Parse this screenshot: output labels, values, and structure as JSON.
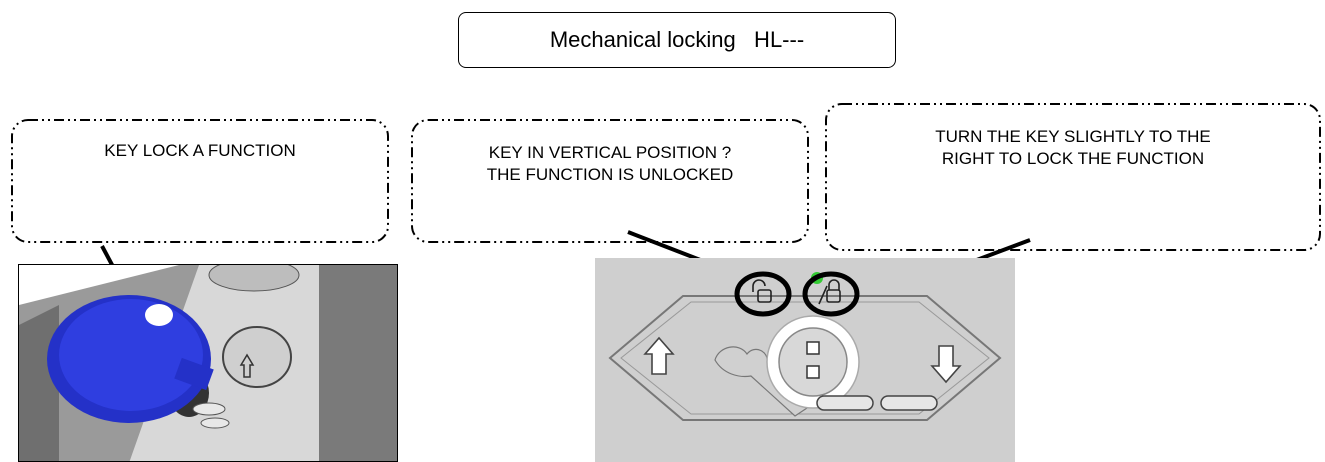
{
  "title": "Mechanical locking   HL---",
  "callouts": {
    "key_lock": "KEY LOCK A FUNCTION",
    "vertical": "KEY IN VERTICAL POSITION ? THE FUNCTION IS UNLOCKED",
    "turn": "TURN THE KEY SLIGHTLY TO THE RIGHT TO LOCK THE FUNCTION"
  },
  "colors": {
    "key_blue": "#2431c8",
    "panel_grey": "#cfcfcf",
    "led_green": "#33cc33"
  },
  "icons": [
    "unlock-icon",
    "lock-icon",
    "arrow-up-icon",
    "arrow-down-icon",
    "key-icon"
  ]
}
